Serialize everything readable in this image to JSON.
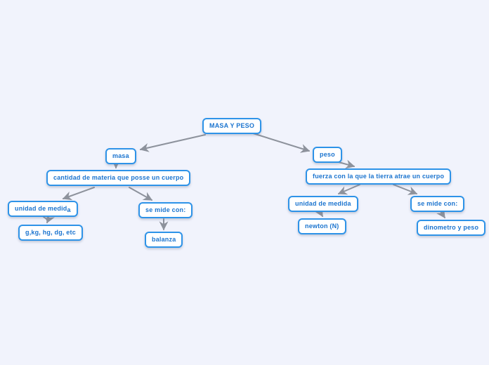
{
  "canvas": {
    "background_color": "#f1f3fc",
    "node_border_color": "#2e93e8",
    "node_fill_color": "#ffffff",
    "node_text_color": "#1b74cf",
    "connector_color": "#8d929c"
  },
  "diagram": {
    "type": "concept-map",
    "title": "MASA Y PESO",
    "nodes": [
      {
        "id": "root",
        "label": "MASA Y PESO"
      },
      {
        "id": "masa",
        "label": "masa"
      },
      {
        "id": "cantidad",
        "label": "cantidad de materia que posse un cuerpo"
      },
      {
        "id": "unidad_masa",
        "label_main": "unidad de medid",
        "label_sub": "a"
      },
      {
        "id": "unidades_masa",
        "label": "g,kg, hg, dg, etc"
      },
      {
        "id": "semide_masa",
        "label": "se mide con:"
      },
      {
        "id": "balanza",
        "label": "balanza"
      },
      {
        "id": "peso",
        "label": "peso"
      },
      {
        "id": "fuerza",
        "label": "fuerza con la que la tierra atrae un cuerpo"
      },
      {
        "id": "unidad_peso",
        "label": "unidad de medida"
      },
      {
        "id": "newton",
        "label": "newton (N)"
      },
      {
        "id": "semide_peso",
        "label": "se mide con:"
      },
      {
        "id": "dinometro",
        "label": "dinometro y peso"
      }
    ],
    "edges": [
      {
        "from": "MASA Y PESO",
        "to": "masa"
      },
      {
        "from": "masa",
        "to": "cantidad de materia que posse un cuerpo"
      },
      {
        "from": "cantidad de materia que posse un cuerpo",
        "to": "unidad de medida"
      },
      {
        "from": "cantidad de materia que posse un cuerpo",
        "to": "se mide con:"
      },
      {
        "from": "unidad de medida",
        "to": "g,kg, hg, dg, etc"
      },
      {
        "from": "se mide con:",
        "to": "balanza"
      },
      {
        "from": "MASA Y PESO",
        "to": "peso"
      },
      {
        "from": "peso",
        "to": "fuerza con la que la tierra atrae un cuerpo"
      },
      {
        "from": "fuerza con la que la tierra atrae un cuerpo",
        "to": "unidad de medida"
      },
      {
        "from": "fuerza con la que la tierra atrae un cuerpo",
        "to": "se mide con:"
      },
      {
        "from": "unidad de medida",
        "to": "newton (N)"
      },
      {
        "from": "se mide con:",
        "to": "dinometro y peso"
      }
    ]
  }
}
